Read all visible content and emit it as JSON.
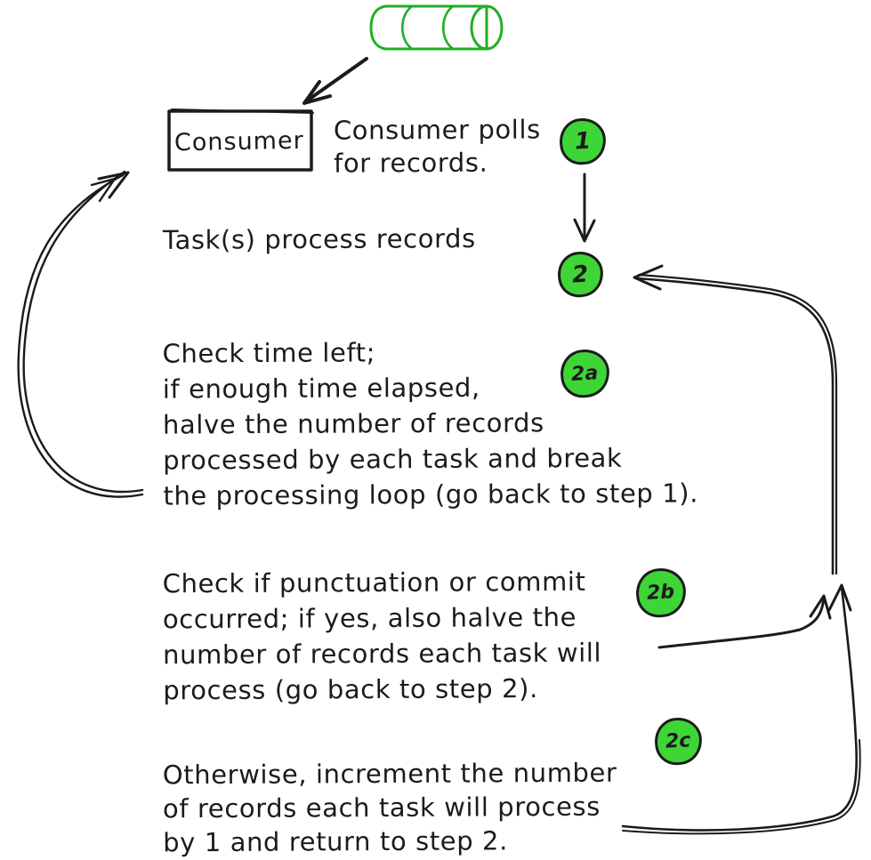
{
  "colors": {
    "ink": "#1b1b1b",
    "green_fill": "#3ed636",
    "green_stroke": "#23ad23",
    "hatch_green": "#5ce05c"
  },
  "icons": {
    "topic": "cylinder-icon"
  },
  "consumer": {
    "label": "Consumer"
  },
  "steps": {
    "s1": {
      "badge": "1",
      "lines": [
        "Consumer polls",
        "for records."
      ]
    },
    "s2": {
      "badge": "2",
      "lines": [
        "Task(s) process records"
      ]
    },
    "s2a": {
      "badge": "2a",
      "lines": [
        "Check time left;",
        "if enough time elapsed,",
        "halve the number of records",
        "processed by each task and break",
        "the processing loop (go back to step 1)."
      ]
    },
    "s2b": {
      "badge": "2b",
      "lines": [
        "Check if punctuation or commit",
        "occurred; if yes, also halve the",
        "number of records each task will",
        "process (go back to step 2)."
      ]
    },
    "s2c": {
      "badge": "2c",
      "lines": [
        "Otherwise, increment the number",
        "of records each task will process",
        "by 1 and return to step 2."
      ]
    }
  }
}
